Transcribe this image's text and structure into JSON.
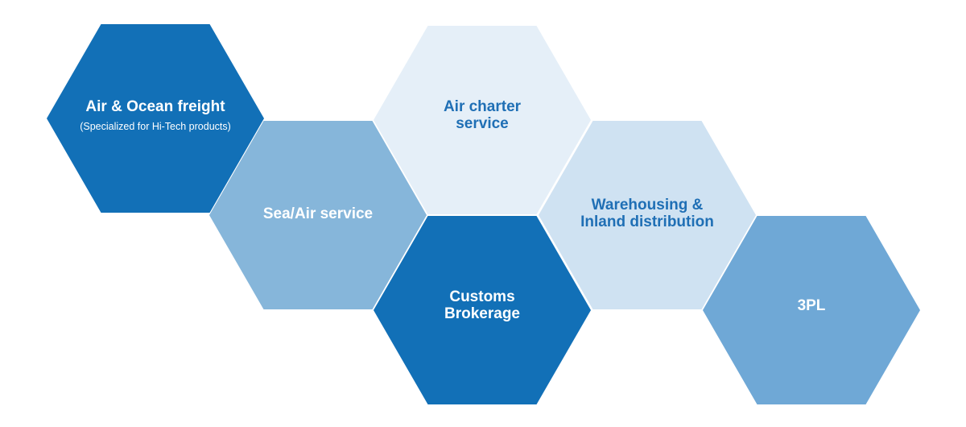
{
  "diagram": {
    "nodes": [
      {
        "id": "air-ocean",
        "title": "Air & Ocean freight",
        "subtitle": "(Specialized for Hi-Tech products)",
        "fill": "#1270b7",
        "text_color": "#ffffff"
      },
      {
        "id": "sea-air",
        "title": "Sea/Air service",
        "fill": "#86b6da",
        "text_color": "#ffffff"
      },
      {
        "id": "charter",
        "title": "Air charter\nservice",
        "fill": "#e5eff8",
        "text_color": "#1f6fb5"
      },
      {
        "id": "customs",
        "title": "Customs\nBrokerage",
        "fill": "#1270b7",
        "text_color": "#ffffff"
      },
      {
        "id": "warehouse",
        "title": "Warehousing &\nInland distribution",
        "fill": "#cfe2f2",
        "text_color": "#1f6fb5"
      },
      {
        "id": "3pl",
        "title": "3PL",
        "fill": "#6fa8d6",
        "text_color": "#ffffff"
      }
    ]
  }
}
